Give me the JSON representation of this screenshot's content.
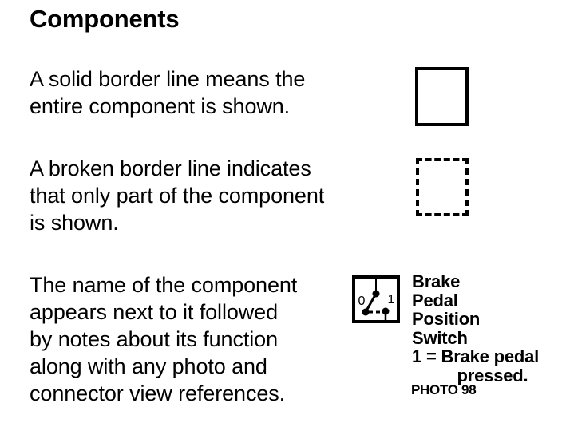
{
  "slide": {
    "title": "Components",
    "background_color": "#ffffff",
    "text_color": "#000000"
  },
  "paragraphs": [
    {
      "id": "solid",
      "lines": [
        "A solid border line means the",
        "entire component is shown."
      ],
      "sample": "solid-border-box"
    },
    {
      "id": "broken",
      "lines": [
        "A broken border line indicates",
        "that only part of the component",
        "is shown."
      ],
      "sample": "broken-border-box"
    },
    {
      "id": "name",
      "lines": [
        "The name of the component",
        "appears next to it followed",
        "by notes about its function",
        "along with any photo and",
        "connector view references."
      ],
      "sample": "switch-symbol"
    }
  ],
  "switch_symbol": {
    "state_labels": {
      "open": "0",
      "closed": "1"
    },
    "border_style": "solid",
    "description": "two-position switch schematic symbol"
  },
  "component_caption": {
    "name_lines": [
      "Brake",
      "Pedal",
      "Position",
      "Switch"
    ],
    "note_lines": [
      "1 = Brake pedal",
      "pressed."
    ],
    "photo_reference": "PHOTO 98"
  }
}
